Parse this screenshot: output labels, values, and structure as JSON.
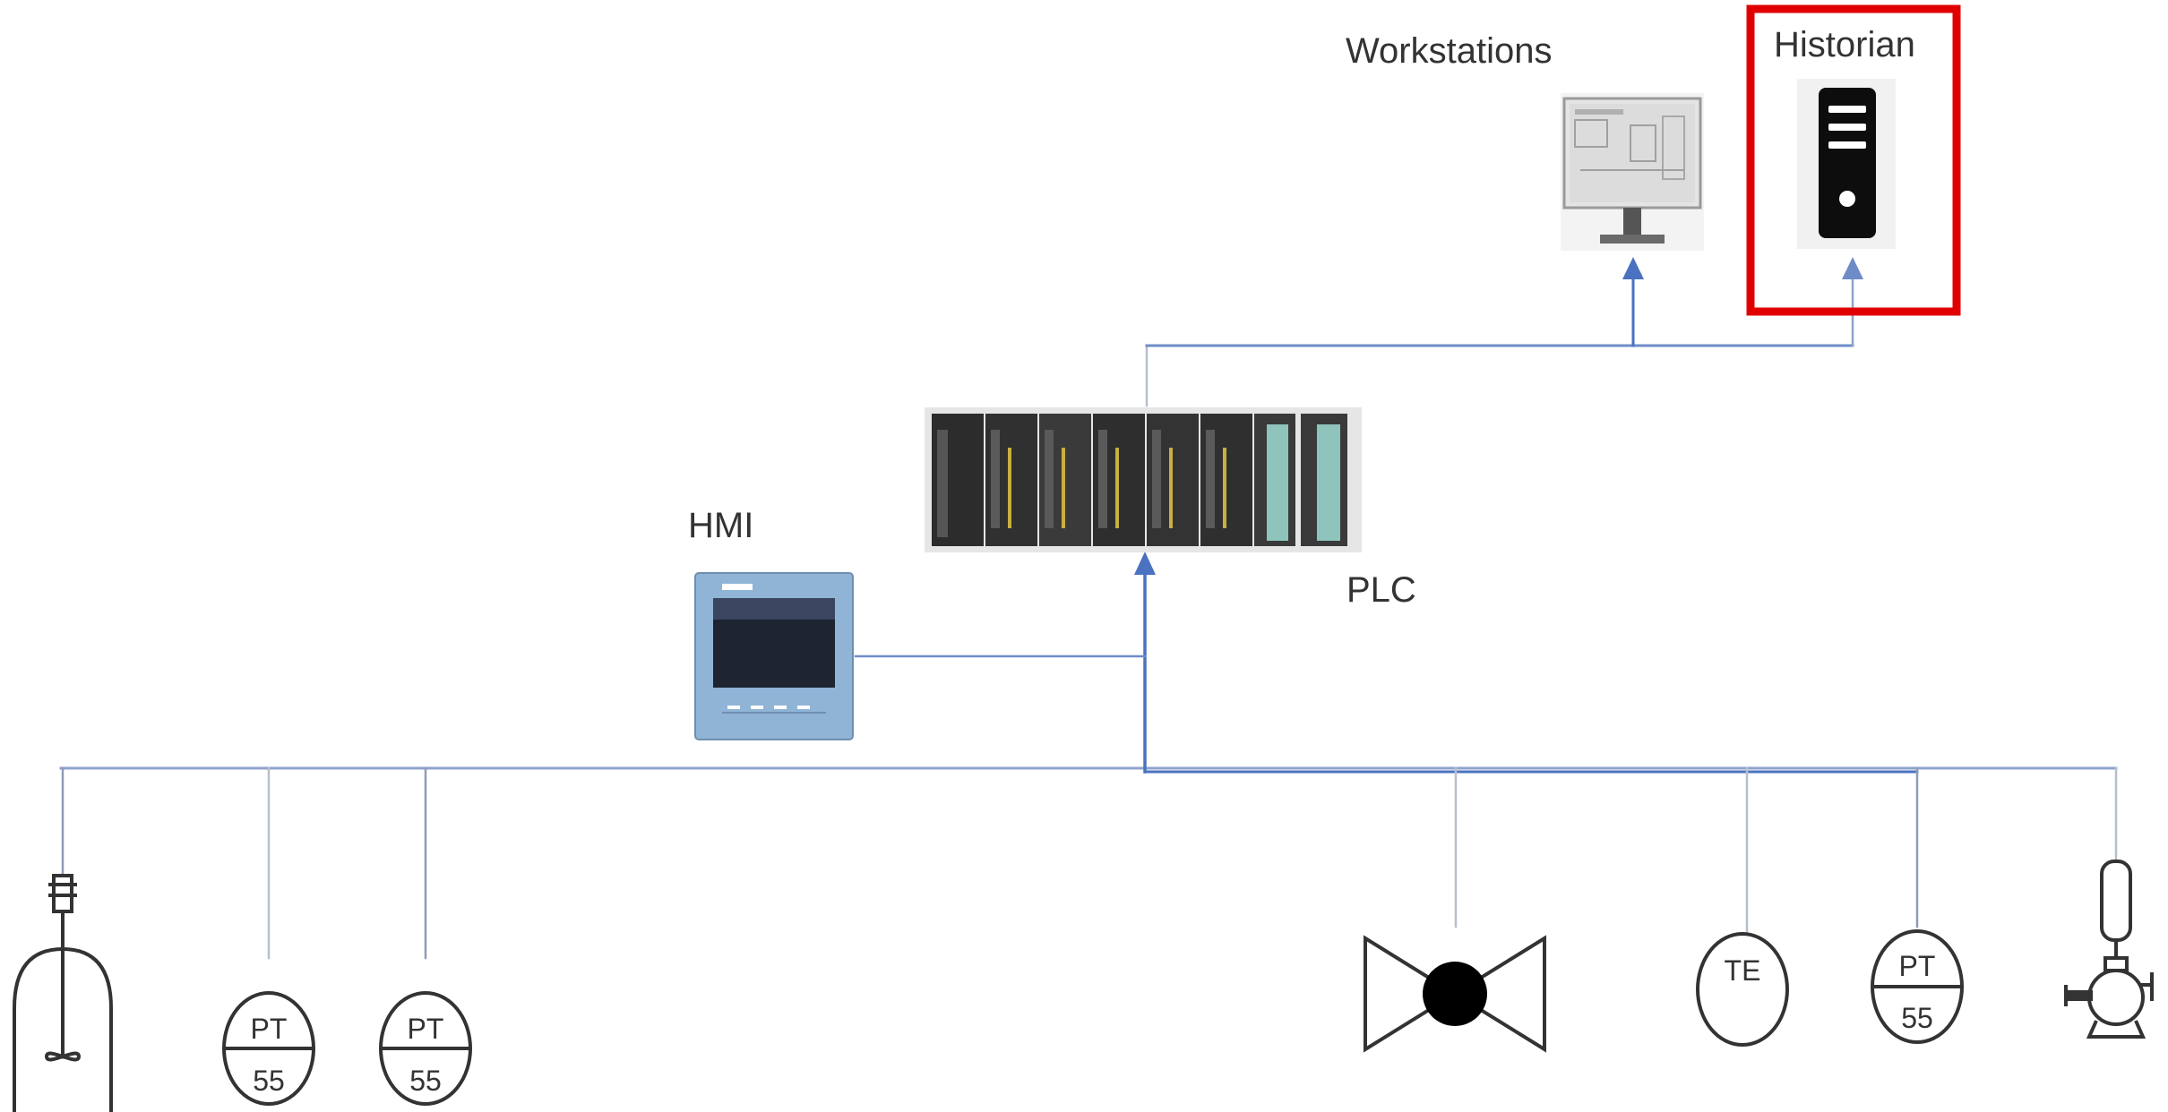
{
  "labels": {
    "workstations": "Workstations",
    "historian": "Historian",
    "hmi": "HMI",
    "plc": "PLC"
  },
  "instruments": {
    "pt_1": {
      "tag": "PT",
      "loop": "55"
    },
    "pt_2": {
      "tag": "PT",
      "loop": "55"
    },
    "te": {
      "tag": "TE"
    },
    "pt_3": {
      "tag": "PT",
      "loop": "55"
    }
  },
  "colors": {
    "network_line": "#4a72c0",
    "field_line": "#9aa8c4",
    "highlight_box": "#e00000"
  },
  "icons": {
    "workstation": "monitor-icon",
    "historian": "server-tower-icon",
    "hmi": "hmi-panel-icon",
    "plc": "plc-rack-icon",
    "field_devices": [
      "agitated-vessel-icon",
      "control-valve-icon",
      "pump-icon"
    ]
  }
}
